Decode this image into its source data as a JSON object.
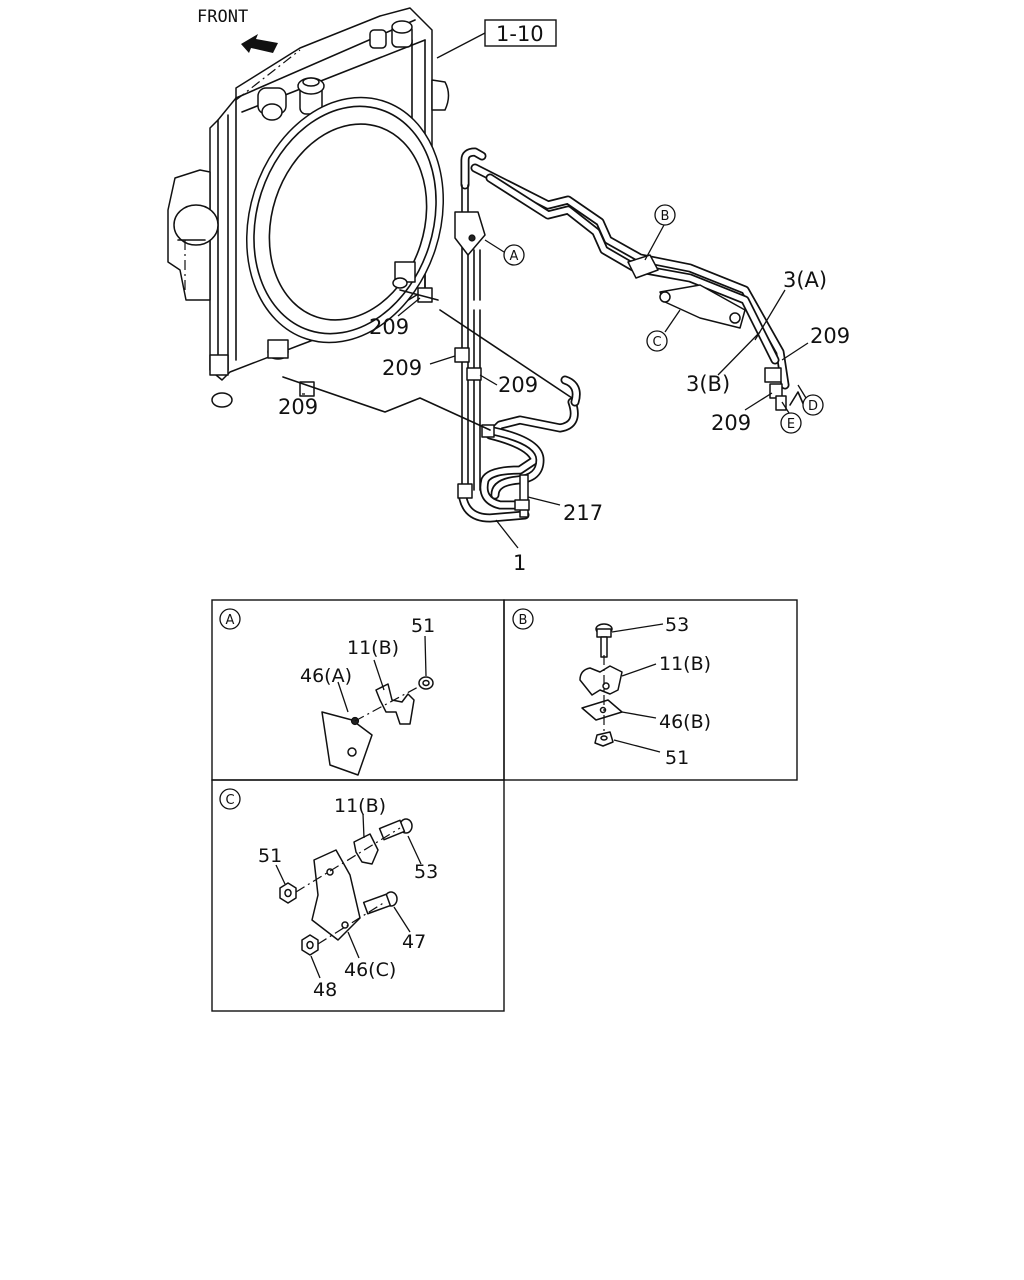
{
  "orientation_label": "FRONT",
  "reference_box": "1-10",
  "main_view": {
    "callouts": {
      "circle_A": "A",
      "circle_B": "B",
      "circle_C": "C",
      "circle_D": "D",
      "circle_E": "E",
      "part_3A": "3(A)",
      "part_3B": "3(B)",
      "part_209_a": "209",
      "part_209_b": "209",
      "part_209_c": "209",
      "part_209_d": "209",
      "part_209_e": "209",
      "part_209_f": "209",
      "part_217": "217",
      "part_1": "1"
    }
  },
  "detail_A": {
    "letter": "A",
    "labels": {
      "p51": "51",
      "p11B": "11(B)",
      "p46A": "46(A)"
    }
  },
  "detail_B": {
    "letter": "B",
    "labels": {
      "p53": "53",
      "p11B": "11(B)",
      "p46B": "46(B)",
      "p51": "51"
    }
  },
  "detail_C": {
    "letter": "C",
    "labels": {
      "p11B": "11(B)",
      "p51": "51",
      "p53": "53",
      "p47": "47",
      "p46C": "46(C)",
      "p48": "48"
    }
  }
}
